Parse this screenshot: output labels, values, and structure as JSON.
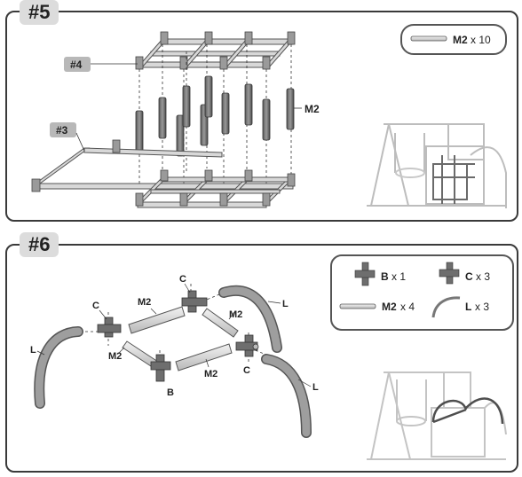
{
  "steps": [
    {
      "number": "#5",
      "labels": {
        "part4": "#4",
        "part3": "#3",
        "m2": "M2"
      },
      "parts_box": {
        "code": "M2",
        "qty": "x 10"
      }
    },
    {
      "number": "#6",
      "labels": {
        "c": "C",
        "b": "B",
        "l": "L",
        "m2": "M2"
      },
      "parts_box": [
        {
          "code": "B",
          "qty": "x 1"
        },
        {
          "code": "C",
          "qty": "x 3"
        },
        {
          "code": "M2",
          "qty": "x 4"
        },
        {
          "code": "L",
          "qty": "x 3"
        }
      ]
    }
  ],
  "colors": {
    "pipe_fill": "#d6d6d6",
    "pipe_stroke": "#555555",
    "connector": "#6e6e6e",
    "badge": "#dcdcdc"
  }
}
